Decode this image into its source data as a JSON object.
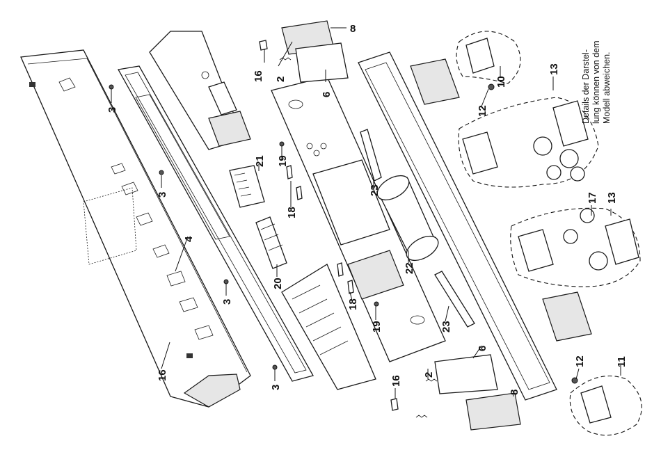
{
  "note_lines": [
    "Details der Darstel-",
    "lung können von dem",
    "Modell abweichen."
  ],
  "callouts": {
    "c8_top": "8",
    "c16_top": "16",
    "c2_top": "2",
    "c6_top": "6",
    "c3_a": "3",
    "c3_b": "3",
    "c3_c": "3",
    "c3_d": "3",
    "c4": "4",
    "c16_bottom_left": "16",
    "c21": "21",
    "c19_top": "19",
    "c18_top": "18",
    "c20": "20",
    "c23_top": "23",
    "c22": "22",
    "c18_mid": "18",
    "c19_bottom": "19",
    "c23_bottom": "23",
    "c10": "10",
    "c12_top": "12",
    "c13_top": "13",
    "c17": "17",
    "c13_bottom": "13",
    "c12_bottom": "12",
    "c11": "11",
    "c6_bottom": "6",
    "c2_bottom": "2",
    "c16_bottom": "16",
    "c8_bottom": "8"
  }
}
